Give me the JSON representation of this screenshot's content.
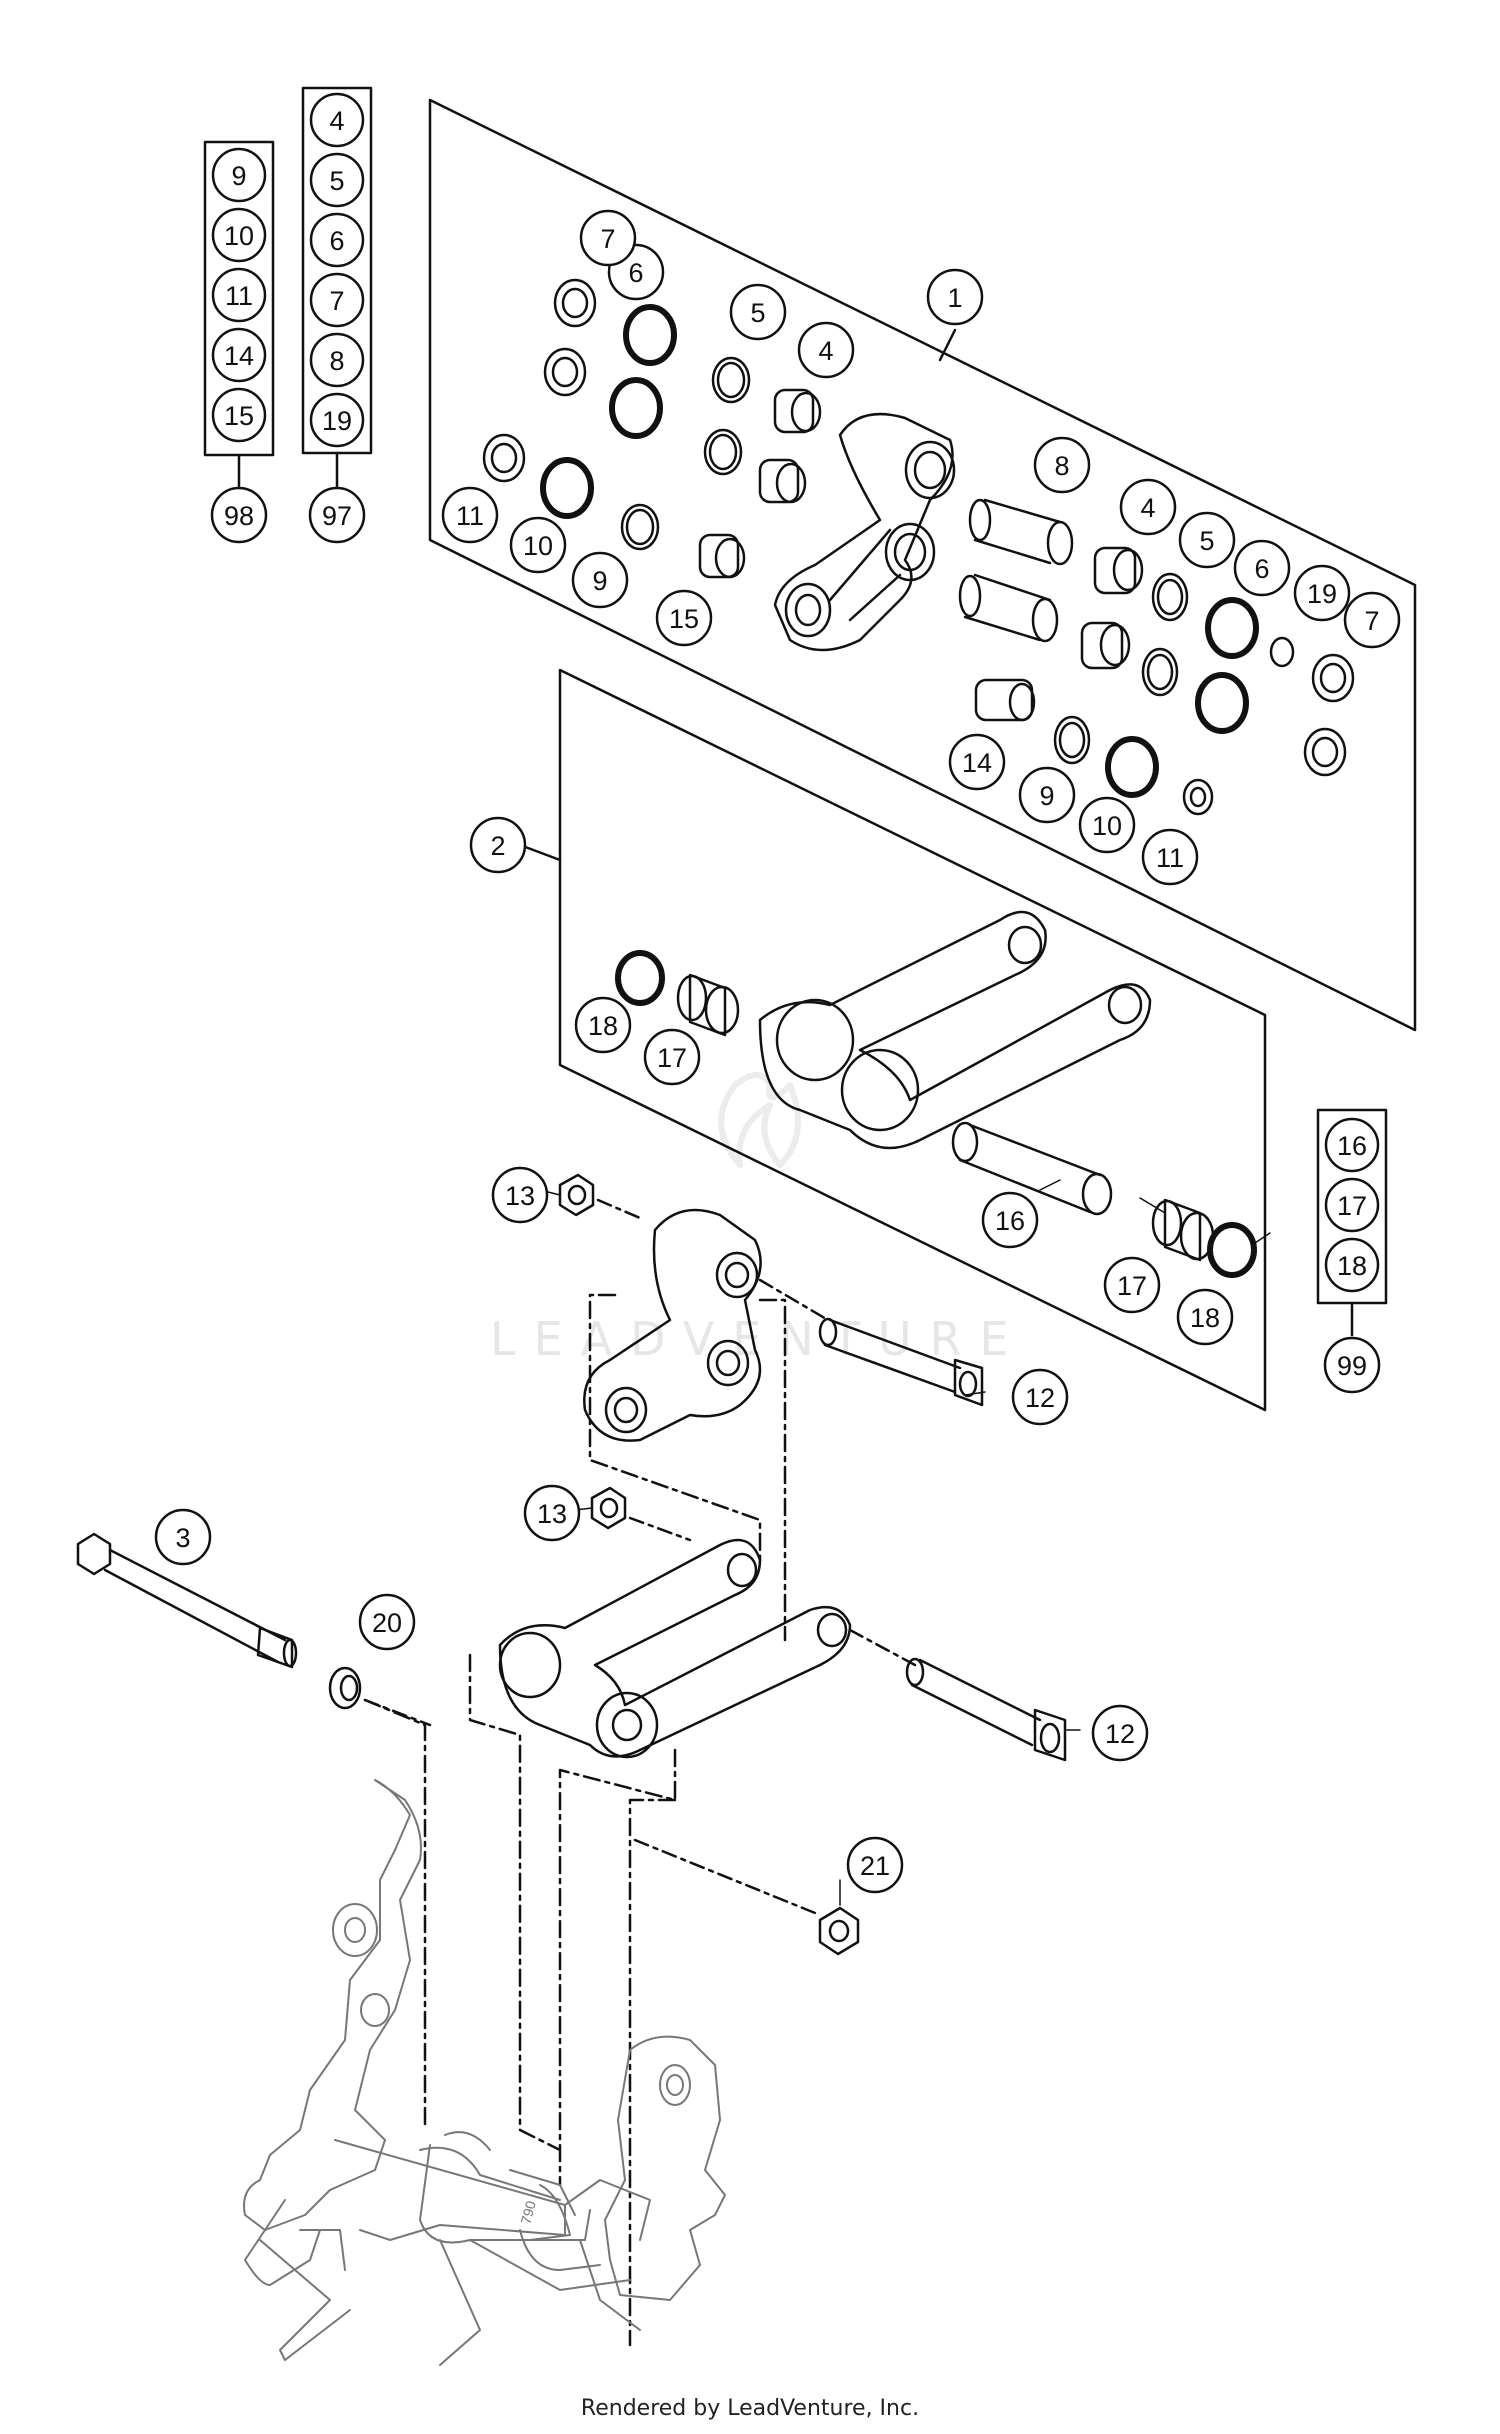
{
  "diagram": {
    "type": "exploded parts diagram",
    "callouts": [
      "1",
      "2",
      "3",
      "4",
      "5",
      "6",
      "7",
      "8",
      "9",
      "10",
      "11",
      "12",
      "13",
      "14",
      "15",
      "16",
      "17",
      "18",
      "19",
      "20",
      "21"
    ],
    "kits": [
      {
        "label": "98",
        "parts": [
          "9",
          "10",
          "11",
          "14",
          "15"
        ]
      },
      {
        "label": "97",
        "parts": [
          "4",
          "5",
          "6",
          "7",
          "8",
          "19"
        ]
      },
      {
        "label": "99",
        "parts": [
          "16",
          "17",
          "18"
        ]
      }
    ]
  },
  "watermark": "LEADVENTURE",
  "footer": "Rendered by LeadVenture, Inc."
}
